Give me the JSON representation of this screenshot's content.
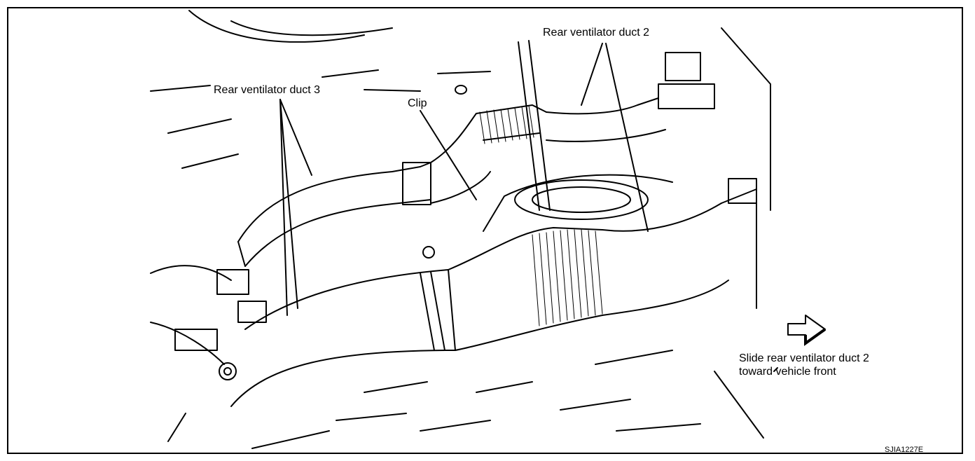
{
  "labels": {
    "duct2": "Rear ventilator duct 2",
    "duct3": "Rear ventilator duct 3",
    "clip": "Clip",
    "instruction_line1": "Slide rear ventilator duct 2",
    "instruction_line2": "toward vehicle front",
    "figure_code": "SJIA1227E"
  },
  "colors": {
    "line": "#000000",
    "background": "#ffffff"
  }
}
